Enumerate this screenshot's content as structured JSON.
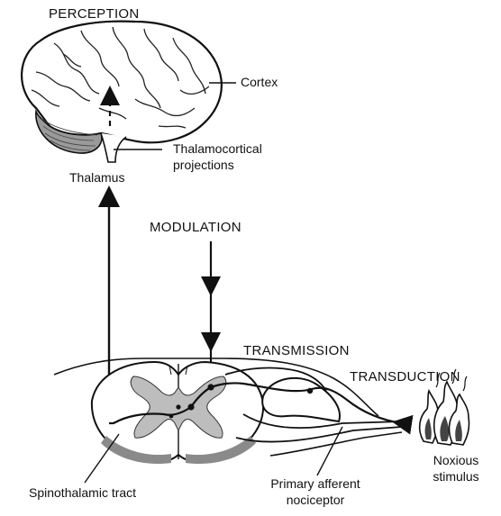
{
  "labels": {
    "perception": "PERCEPTION",
    "cortex": "Cortex",
    "thalamocortical_line1": "Thalamocortical",
    "thalamocortical_line2": "projections",
    "thalamus": "Thalamus",
    "modulation": "MODULATION",
    "transmission": "TRANSMISSION",
    "transduction": "TRANSDUCTION",
    "noxious_line1": "Noxious",
    "noxious_line2": "stimulus",
    "primary_line1": "Primary afferent",
    "primary_line2": "nociceptor",
    "spinothalamic": "Spinothalamic tract"
  },
  "colors": {
    "ink": "#111111",
    "gray_matter": "#b8b8b8",
    "cerebellum": "#9a9a9a",
    "dark_gray": "#6e6e6e"
  }
}
